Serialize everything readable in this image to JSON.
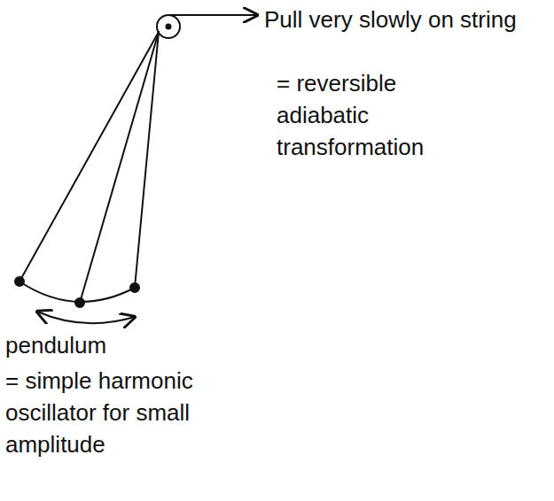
{
  "diagram": {
    "labels": [
      "Pull very slowly on string",
      "= reversible adiabatic transformation",
      "pendulum",
      "= simple harmonic oscillator for small amplitude"
    ]
  }
}
